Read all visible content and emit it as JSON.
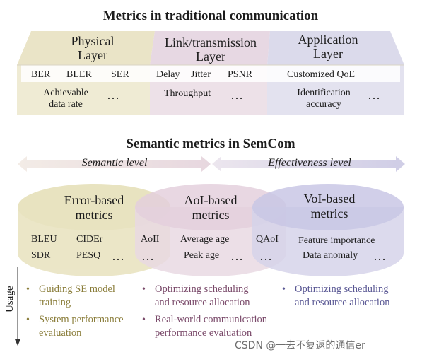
{
  "top": {
    "title": "Metrics in traditional communication",
    "layers": [
      {
        "name_lines": [
          "Physical",
          "Layer"
        ],
        "row1": [
          "BER",
          "BLER",
          "SER"
        ],
        "row2_lines": [
          "Achievable",
          "data rate"
        ],
        "dots": "…",
        "fill": "#e9e3c4"
      },
      {
        "name_lines": [
          "Link/transmission",
          "Layer"
        ],
        "row1": [
          "Delay",
          "Jitter",
          "PSNR"
        ],
        "row2_lines": [
          "Throughput"
        ],
        "dots": "…",
        "fill": "#e6d6e1"
      },
      {
        "name_lines": [
          "Application",
          "Layer"
        ],
        "row1": [
          "Customized QoE"
        ],
        "row2_lines": [
          "Identification",
          "accuracy"
        ],
        "dots": "…",
        "fill": "#d9d8ea"
      }
    ]
  },
  "semantic": {
    "title": "Semantic metrics in SemCom",
    "levels": [
      "Semantic level",
      "Effectiveness level"
    ],
    "cylinders": [
      {
        "name_lines": [
          "Error-based",
          "metrics"
        ],
        "metrics": [
          "BLEU",
          "CIDEr",
          "SDR",
          "PESQ"
        ],
        "dots": "…",
        "color": "#e8e2be"
      },
      {
        "name_lines": [
          "AoI-based",
          "metrics"
        ],
        "left_col": [
          "AoII"
        ],
        "metrics": [
          "Average age",
          "Peak age"
        ],
        "dots": "…",
        "color": "#e5d2de"
      },
      {
        "name_lines": [
          "VoI-based",
          "metrics"
        ],
        "left_col": [
          "QAoI"
        ],
        "metrics": [
          "Feature importance",
          "Data anomaly"
        ],
        "dots": "…",
        "color": "#cfcde6"
      }
    ]
  },
  "usage": {
    "label": "Usage",
    "columns": [
      {
        "color": "#8a7d3a",
        "items": [
          [
            "Guiding SE model",
            "training"
          ],
          [
            "System performance",
            "evaluation"
          ]
        ]
      },
      {
        "color": "#7a4a6a",
        "items": [
          [
            "Optimizing scheduling",
            "and resource allocation"
          ],
          [
            "Real-world communication",
            "performance evaluation"
          ]
        ]
      },
      {
        "color": "#5a5894",
        "items": [
          [
            "Optimizing scheduling",
            "and resource allocation"
          ]
        ]
      }
    ]
  },
  "watermark": "CSDN @一去不复返的通信er"
}
